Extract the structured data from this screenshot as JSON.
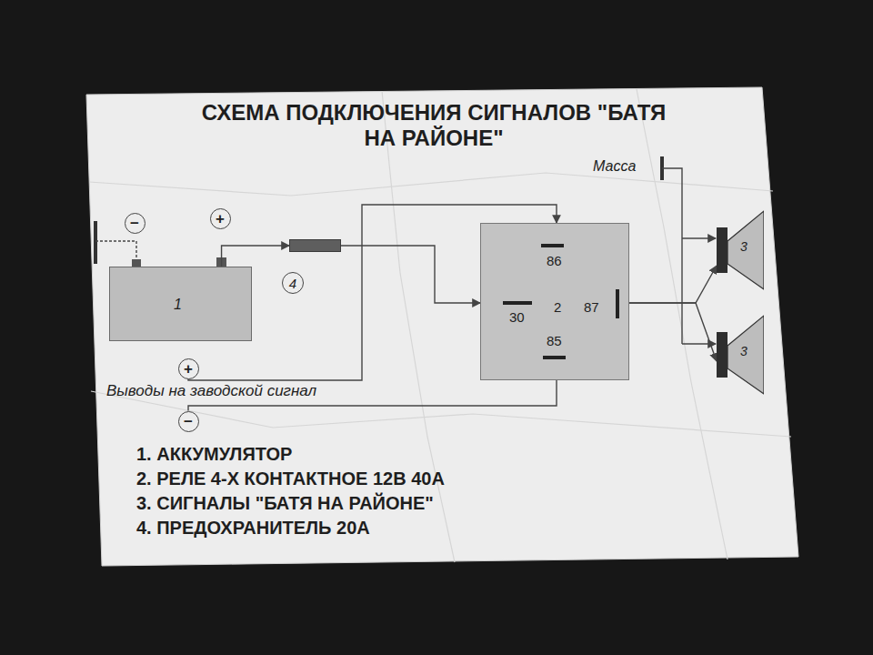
{
  "diagram": {
    "title": "СХЕМА ПОДКЛЮЧЕНИЯ СИГНАЛОВ \"БАТЯ НА РАЙОНЕ\"",
    "nodes": [
      {
        "text": [
          "−"
        ]
      },
      {
        "text": [
          "+"
        ]
      },
      {
        "text": [
          "1"
        ]
      },
      {
        "text": [
          "4"
        ]
      },
      {
        "text": [
          "86",
          "30",
          "2",
          "87",
          "85"
        ]
      },
      {
        "text": [
          "3"
        ]
      },
      {
        "text": [
          "3"
        ]
      },
      {
        "text": [
          "+"
        ]
      },
      {
        "text": [
          "−"
        ]
      }
    ],
    "edges": [
      {
        "from": 2,
        "to": 3,
        "arrow": "to"
      },
      {
        "from": 3,
        "to": 4,
        "arrow": "to"
      },
      {
        "from": 7,
        "to": 4,
        "arrow": "to"
      },
      {
        "from": 8,
        "to": 4,
        "arrow": "none"
      },
      {
        "from": 4,
        "to": 5,
        "arrow": "to"
      },
      {
        "from": 4,
        "to": 6,
        "arrow": "to"
      }
    ],
    "labels": [
      "Масса",
      "Выводы на заводской сигнал",
      "1. АККУМУЛЯТОР",
      "2. РЕЛЕ 4-Х КОНТАКТНОЕ 12В 40А",
      "3. СИГНАЛЫ \"БАТЯ НА РАЙОНЕ\"",
      "4. ПРЕДОХРАНИТЕЛЬ 20А"
    ]
  }
}
